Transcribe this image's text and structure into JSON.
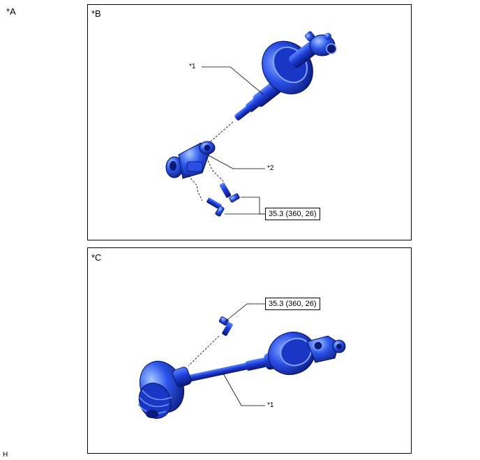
{
  "figure": {
    "label_a": "*A",
    "footer_code": "H"
  },
  "panel_b": {
    "label": "*B",
    "callout_1": "*1",
    "callout_2": "*2",
    "torque": "35.3 (360, 26)"
  },
  "panel_c": {
    "label": "*C",
    "callout_1": "*1",
    "torque": "35.3 (360, 26)"
  },
  "colors": {
    "part_dark": "#0b1e8c",
    "part_mid": "#1c3cd6",
    "part_light": "#4f7cff",
    "highlight": "#9ec4ff"
  }
}
